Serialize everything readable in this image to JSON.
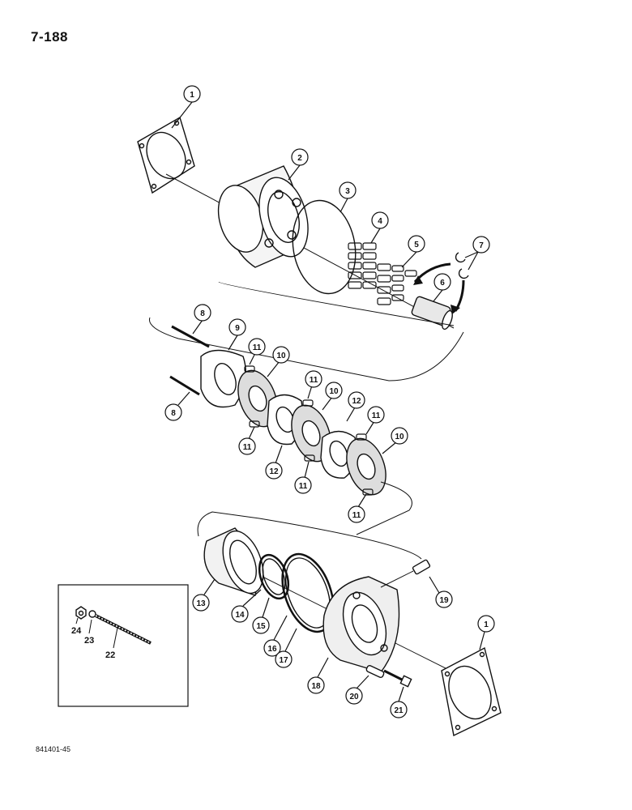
{
  "page": {
    "number": "7-188",
    "figure_code": "841401-45"
  },
  "callouts": {
    "c1a": "1",
    "c1b": "1",
    "c2": "2",
    "c3": "3",
    "c4": "4",
    "c5": "5",
    "c6": "6",
    "c7": "7",
    "c8a": "8",
    "c8b": "8",
    "c9": "9",
    "c10a": "10",
    "c10b": "10",
    "c10c": "10",
    "c11a": "11",
    "c11b": "11",
    "c11c": "11",
    "c11d": "11",
    "c11e": "11",
    "c11f": "11",
    "c12a": "12",
    "c12b": "12",
    "c13": "13",
    "c14": "14",
    "c15": "15",
    "c16": "16",
    "c17": "17",
    "c18": "18",
    "c19": "19",
    "c20": "20",
    "c21": "21"
  },
  "inset": {
    "l24": "24",
    "l23": "23",
    "l22": "22"
  }
}
